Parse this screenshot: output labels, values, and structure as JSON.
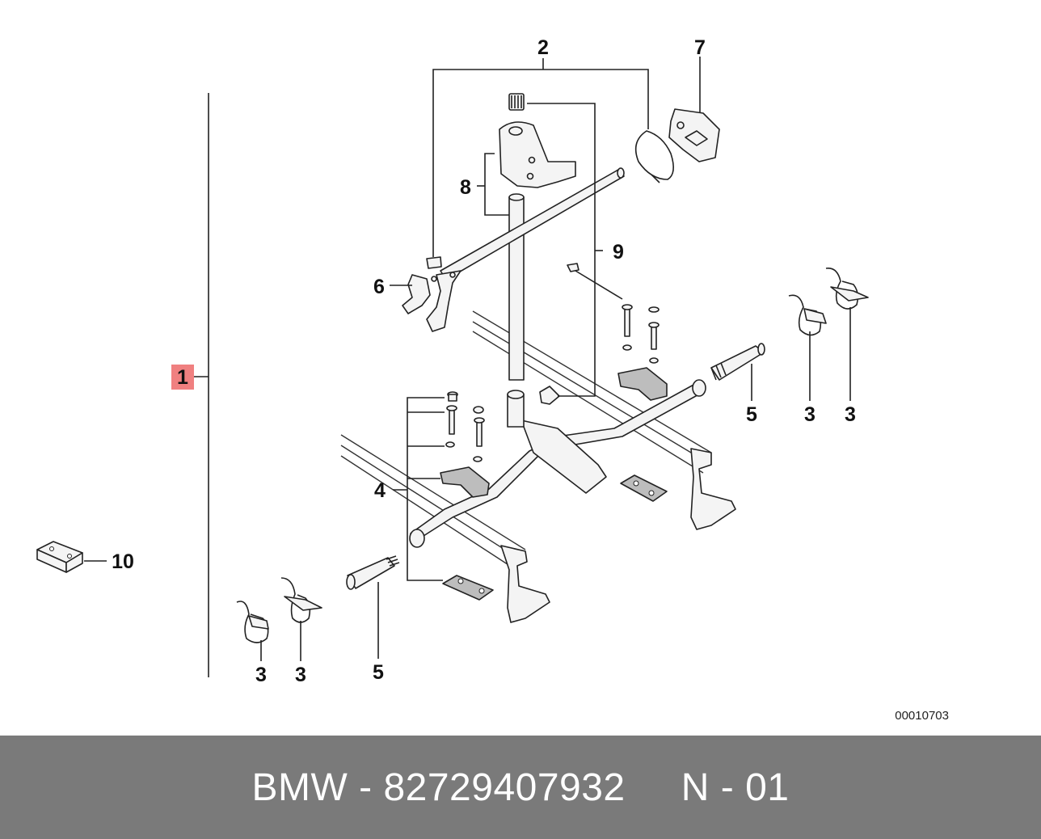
{
  "callouts": {
    "c1": "1",
    "c2": "2",
    "c3a": "3",
    "c3b": "3",
    "c3c": "3",
    "c3d": "3",
    "c4": "4",
    "c5a": "5",
    "c5b": "5",
    "c6": "6",
    "c7": "7",
    "c8": "8",
    "c9": "9",
    "c10": "10"
  },
  "highlight_color": "#f08080",
  "doc_id": "00010703",
  "footer": {
    "text": "BMW - 82729407932     N - 01"
  }
}
